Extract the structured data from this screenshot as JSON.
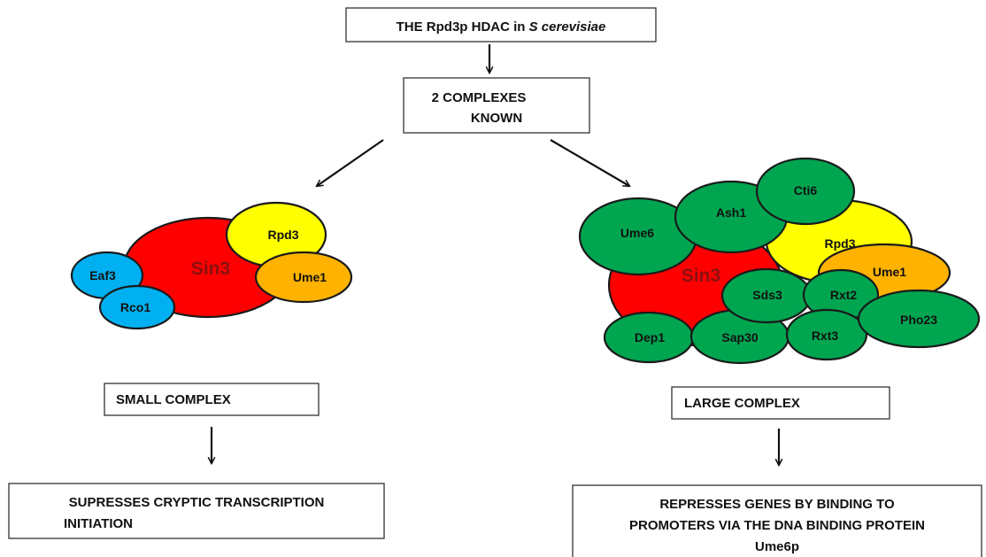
{
  "title": {
    "prefix": "THE Rpd3p HDAC in ",
    "species": "S cerevisiae"
  },
  "complexes_box": {
    "line1": "2 COMPLEXES",
    "line2": "KNOWN"
  },
  "small_complex": {
    "label": "SMALL COMPLEX",
    "function_line1": "SUPRESSES CRYPTIC TRANSCRIPTION",
    "function_line2": "INITIATION",
    "proteins": {
      "sin3": "Sin3",
      "rpd3": "Rpd3",
      "ume1": "Ume1",
      "eaf3": "Eaf3",
      "rco1": "Rco1"
    }
  },
  "large_complex": {
    "label": "LARGE COMPLEX",
    "function_line1": "REPRESSES GENES BY BINDING TO",
    "function_line2": "PROMOTERS VIA THE DNA BINDING PROTEIN",
    "function_line3": "Ume6p",
    "proteins": {
      "sin3": "Sin3",
      "rpd3": "Rpd3",
      "ume1": "Ume1",
      "ume6": "Ume6",
      "ash1": "Ash1",
      "cti6": "Cti6",
      "sds3": "Sds3",
      "rxt2": "Rxt2",
      "rxt3": "Rxt3",
      "pho23": "Pho23",
      "sap30": "Sap30",
      "dep1": "Dep1"
    }
  },
  "colors": {
    "sin3": "#ff0000",
    "rpd3": "#ffff00",
    "ume1": "#ffb300",
    "blue_subunit": "#00b0f0",
    "green_subunit": "#00a550"
  }
}
